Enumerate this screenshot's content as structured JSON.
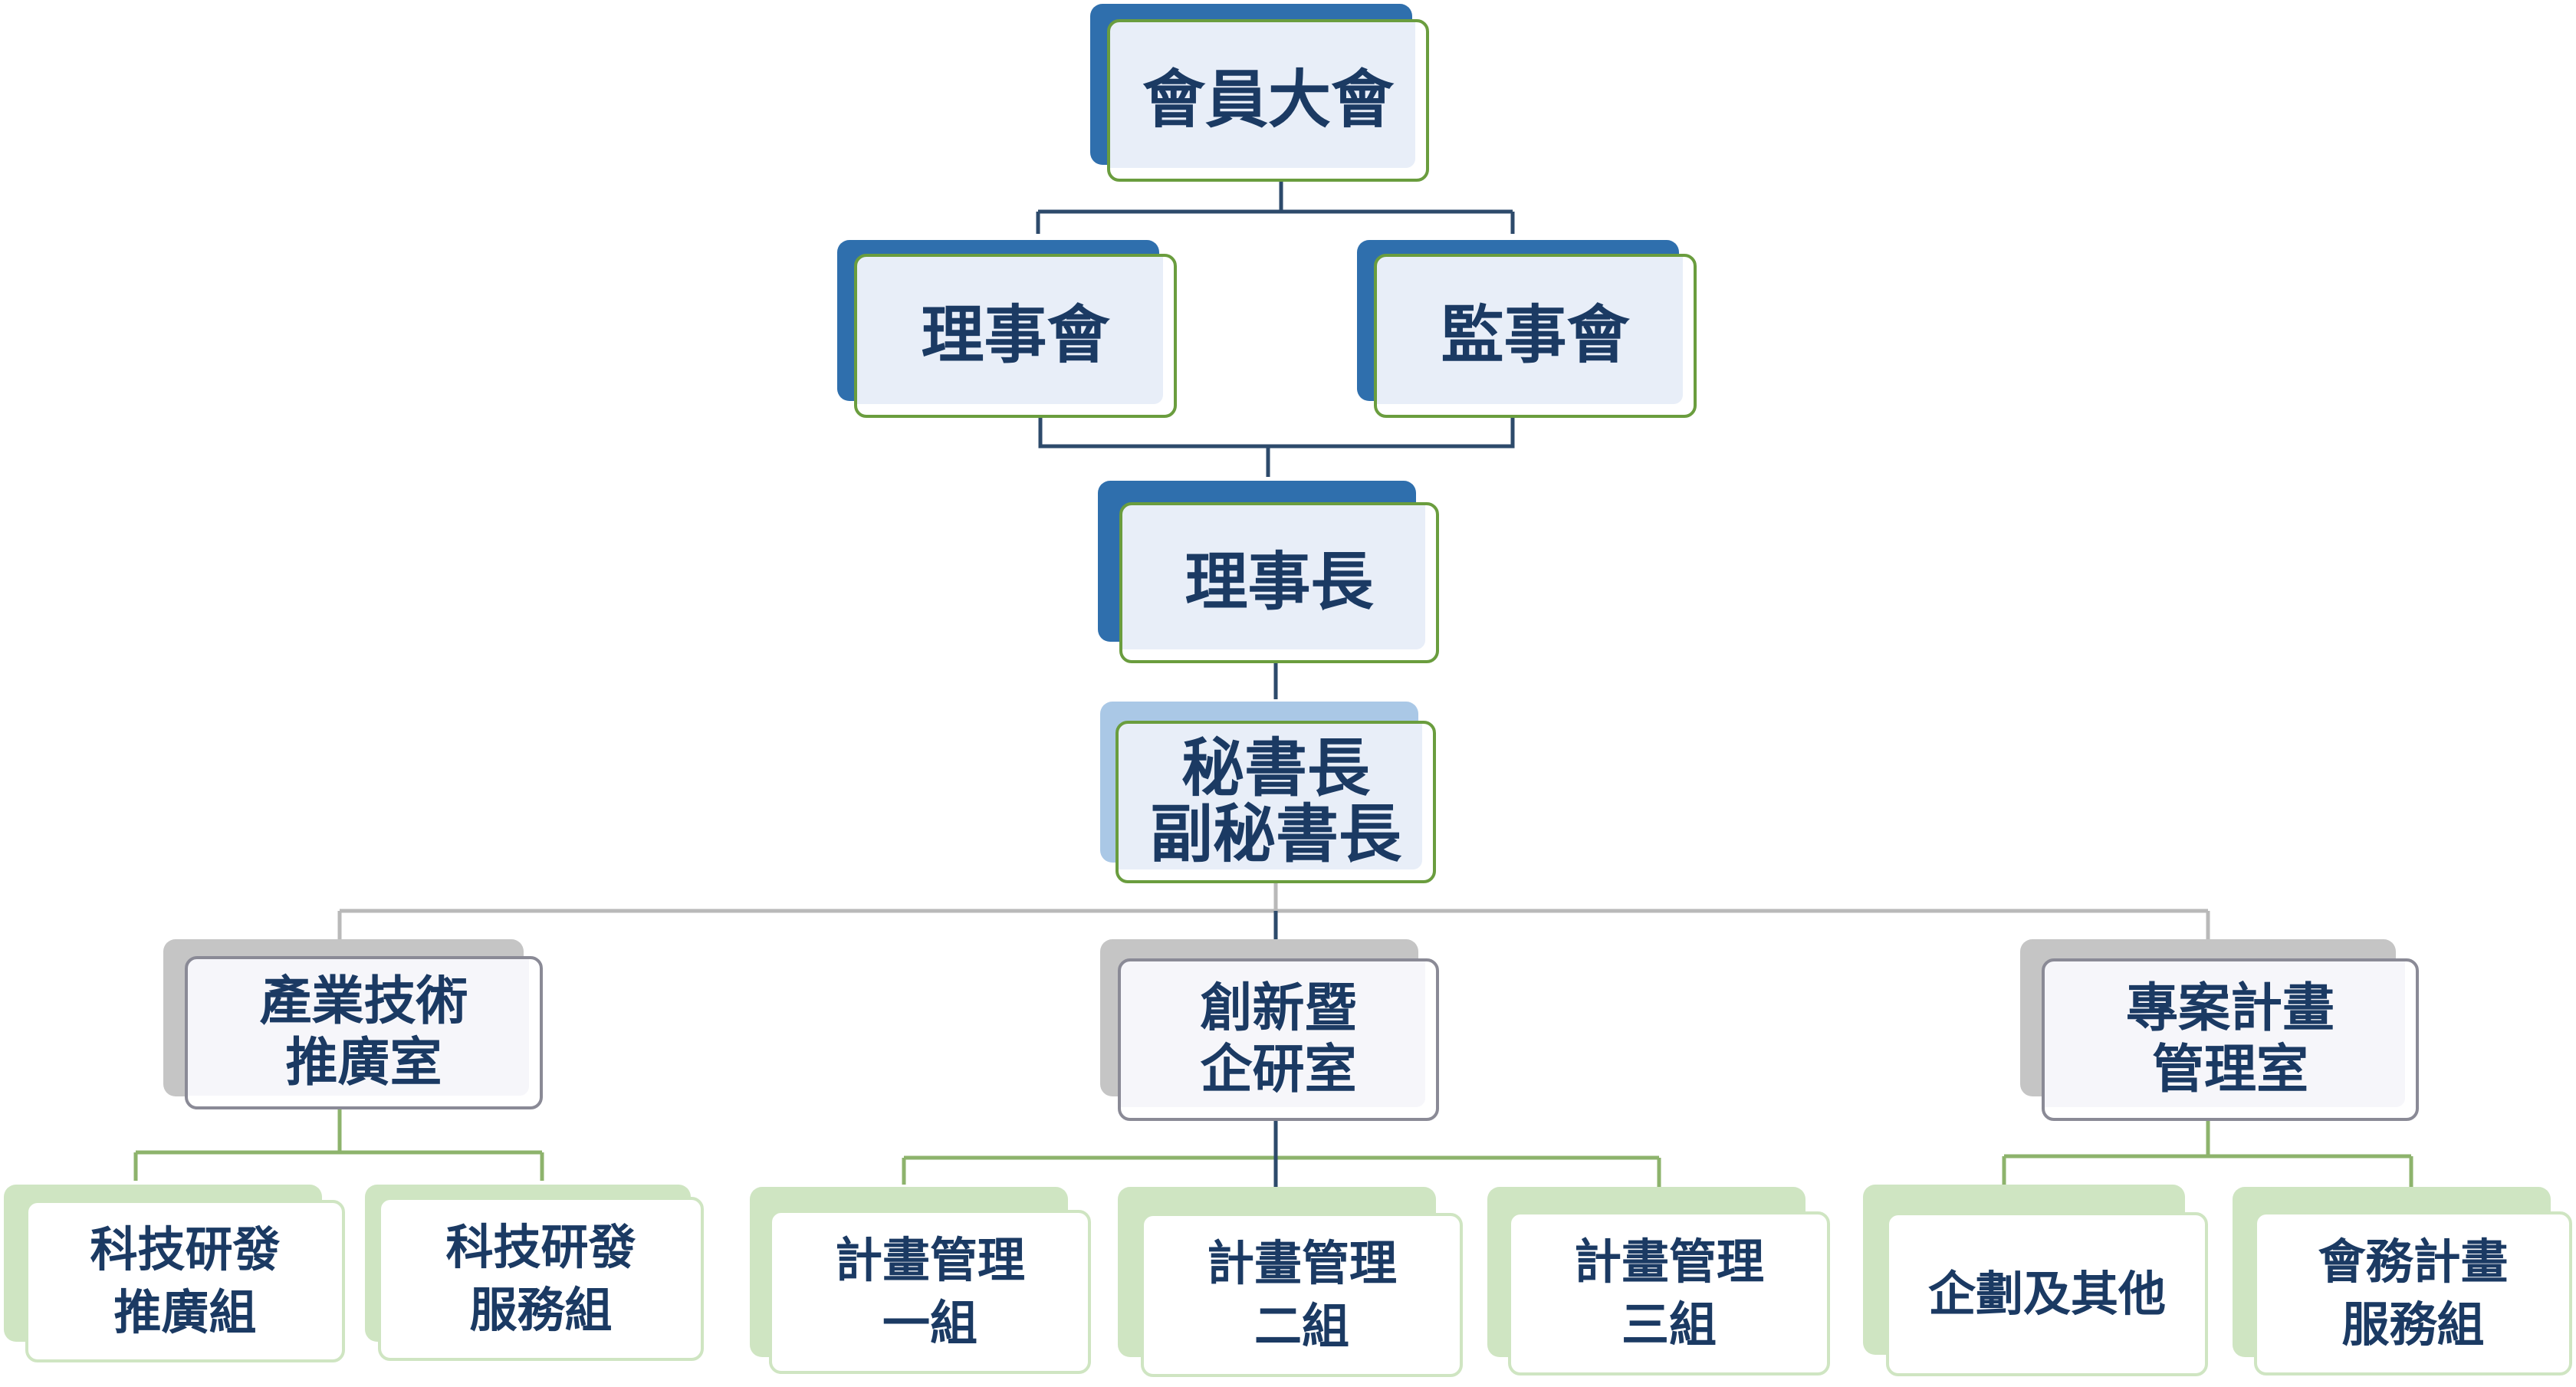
{
  "nodes": {
    "general_assembly": "會員大會",
    "board_of_directors": "理事會",
    "board_of_supervisors": "監事會",
    "chairman": "理事長",
    "secretary_general": [
      "秘書長",
      "副秘書長"
    ],
    "industry_tech_office": [
      "產業技術",
      "推廣室"
    ],
    "innovation_office": [
      "創新暨",
      "企研室"
    ],
    "project_mgmt_office": [
      "專案計畫",
      "管理室"
    ],
    "rd_promotion_group": [
      "科技研發",
      "推廣組"
    ],
    "rd_service_group": [
      "科技研發",
      "服務組"
    ],
    "plan_mgmt_group_1": [
      "計畫管理",
      "一組"
    ],
    "plan_mgmt_group_2": [
      "計畫管理",
      "二組"
    ],
    "plan_mgmt_group_3": [
      "計畫管理",
      "三組"
    ],
    "planning_other": "企劃及其他",
    "member_service_group": [
      "會務計畫",
      "服務組"
    ]
  },
  "colors": {
    "dark_blue": "#2f6fad",
    "light_blue": "#aac8e6",
    "node_fill": "#e8eef8",
    "green_border": "#6a9d3e",
    "gray_shadow": "#c5c5c5",
    "light_green": "#cfe5c2",
    "text": "#1b3a63",
    "connector_dark": "#2d4a6b",
    "connector_gray": "#b9b9b9",
    "connector_green": "#8db36c"
  }
}
